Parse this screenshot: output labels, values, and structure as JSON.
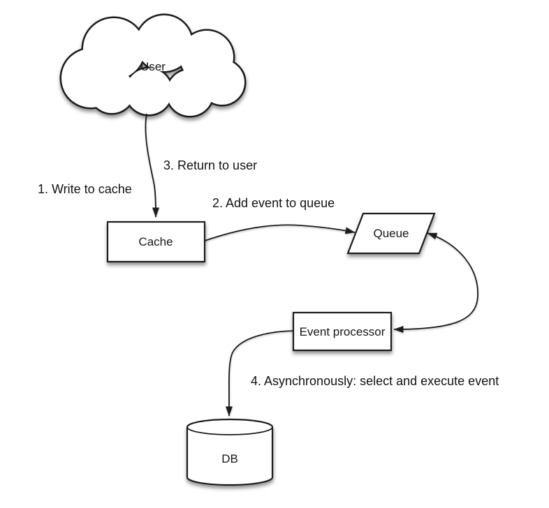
{
  "diagram": {
    "background_color": "#ffffff",
    "line_color": "#1b1b1b",
    "shape_fill_color": "#ffffff",
    "text_color": "#16161c",
    "nodes": {
      "user": {
        "label": "User",
        "shape": "cloud"
      },
      "cache": {
        "label": "Cache",
        "shape": "rectangle"
      },
      "queue": {
        "label": "Queue",
        "shape": "parallelogram"
      },
      "event_processor": {
        "label": "Event processor",
        "shape": "rectangle"
      },
      "db": {
        "label": "DB",
        "shape": "cylinder"
      }
    },
    "steps": {
      "step1": {
        "label": "1. Write to cache"
      },
      "step2": {
        "label": "2. Add event to queue"
      },
      "step3": {
        "label": "3. Return to user"
      },
      "step4": {
        "label": "4. Asynchronously: select and execute event"
      }
    }
  }
}
